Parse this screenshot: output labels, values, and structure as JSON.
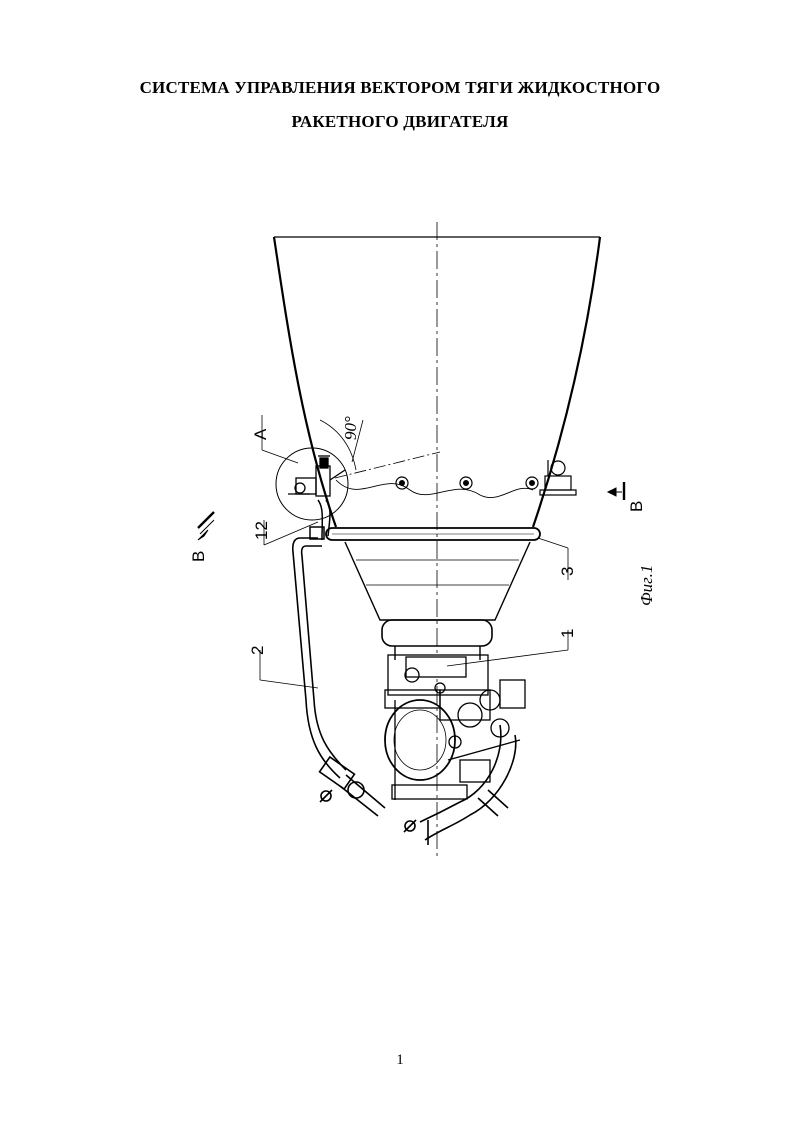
{
  "document": {
    "title_line1": "СИСТЕМА УПРАВЛЕНИЯ ВЕКТОРОМ ТЯГИ ЖИДКОСТНОГО",
    "title_line2": "РАКЕТНОГО ДВИГАТЕЛЯ",
    "page_number": "1"
  },
  "figure": {
    "caption": "Фиг.1",
    "view_label_a": "А",
    "section_label_left": "В",
    "section_label_right": "В",
    "angle_label": "90°",
    "callouts": {
      "c1": "1",
      "c2": "2",
      "c3": "3",
      "c12": "12"
    }
  }
}
